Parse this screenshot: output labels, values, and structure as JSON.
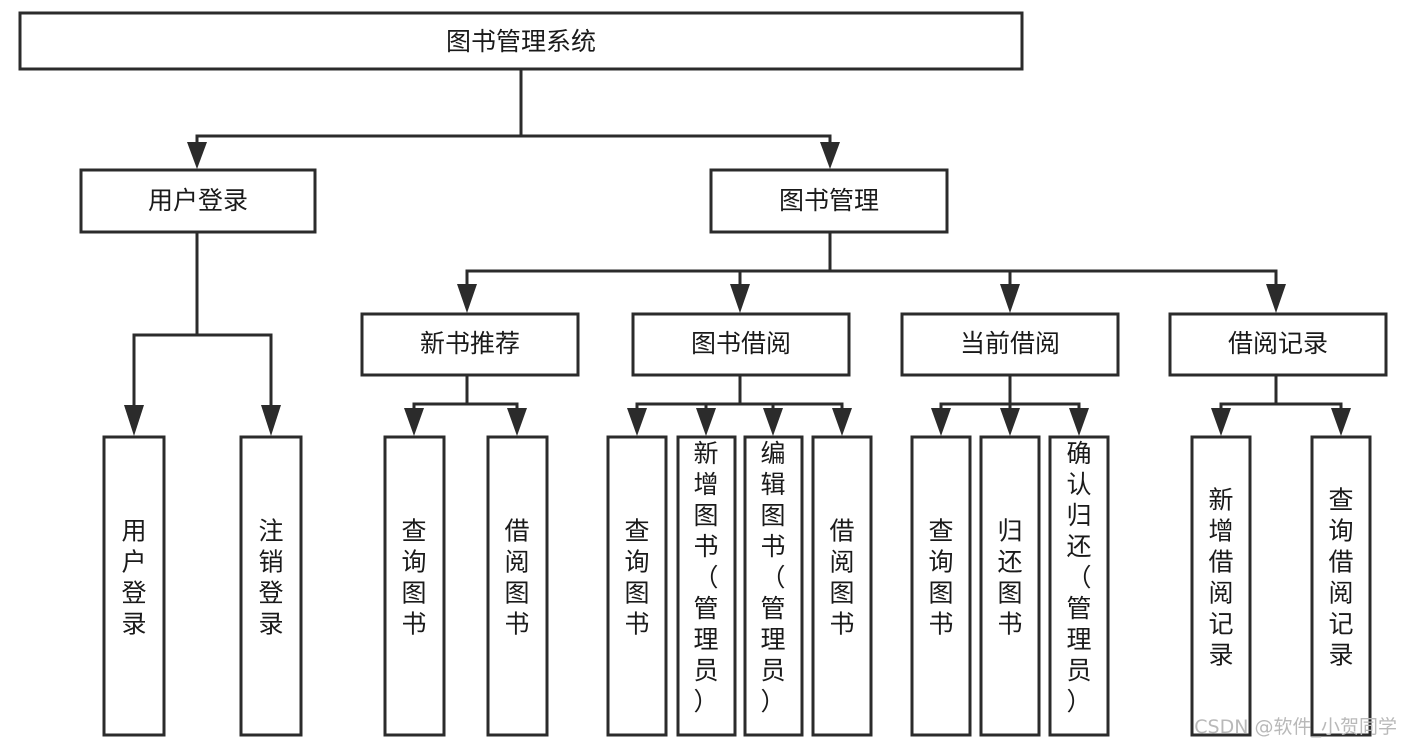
{
  "diagram": {
    "type": "tree",
    "title": "图书管理系统",
    "orientation": "top-down",
    "background_color": "#ffffff",
    "line_color": "#2b2b2b",
    "text_color": "#1a1a1a",
    "nodes": {
      "root": {
        "label": "图书管理系统"
      },
      "level2": [
        {
          "id": "user-login",
          "label": "用户登录"
        },
        {
          "id": "book-manage",
          "label": "图书管理"
        }
      ],
      "level3": [
        {
          "id": "new-book-rec",
          "label": "新书推荐",
          "parent": "book-manage"
        },
        {
          "id": "book-borrow",
          "label": "图书借阅",
          "parent": "book-manage"
        },
        {
          "id": "current-borrow",
          "label": "当前借阅",
          "parent": "book-manage"
        },
        {
          "id": "borrow-record",
          "label": "借阅记录",
          "parent": "book-manage"
        }
      ],
      "leaves": [
        {
          "id": "leaf-user-login",
          "label": "用户登录",
          "parent": "user-login"
        },
        {
          "id": "leaf-logout",
          "label": "注销登录",
          "parent": "user-login"
        },
        {
          "id": "leaf-query-book-1",
          "label": "查询图书",
          "parent": "new-book-rec"
        },
        {
          "id": "leaf-borrow-book-1",
          "label": "借阅图书",
          "parent": "new-book-rec"
        },
        {
          "id": "leaf-query-book-2",
          "label": "查询图书",
          "parent": "book-borrow"
        },
        {
          "id": "leaf-add-book",
          "label": "新增图书（管理员）",
          "parent": "book-borrow"
        },
        {
          "id": "leaf-edit-book",
          "label": "编辑图书（管理员）",
          "parent": "book-borrow"
        },
        {
          "id": "leaf-borrow-book-2",
          "label": "借阅图书",
          "parent": "book-borrow"
        },
        {
          "id": "leaf-query-book-3",
          "label": "查询图书",
          "parent": "current-borrow"
        },
        {
          "id": "leaf-return-book",
          "label": "归还图书",
          "parent": "current-borrow"
        },
        {
          "id": "leaf-confirm-return",
          "label": "确认归还（管理员）",
          "parent": "current-borrow"
        },
        {
          "id": "leaf-add-record",
          "label": "新增借阅记录",
          "parent": "borrow-record"
        },
        {
          "id": "leaf-query-record",
          "label": "查询借阅记录",
          "parent": "borrow-record"
        }
      ]
    }
  },
  "watermark": {
    "text": "CSDN @软件_小贺同学"
  }
}
